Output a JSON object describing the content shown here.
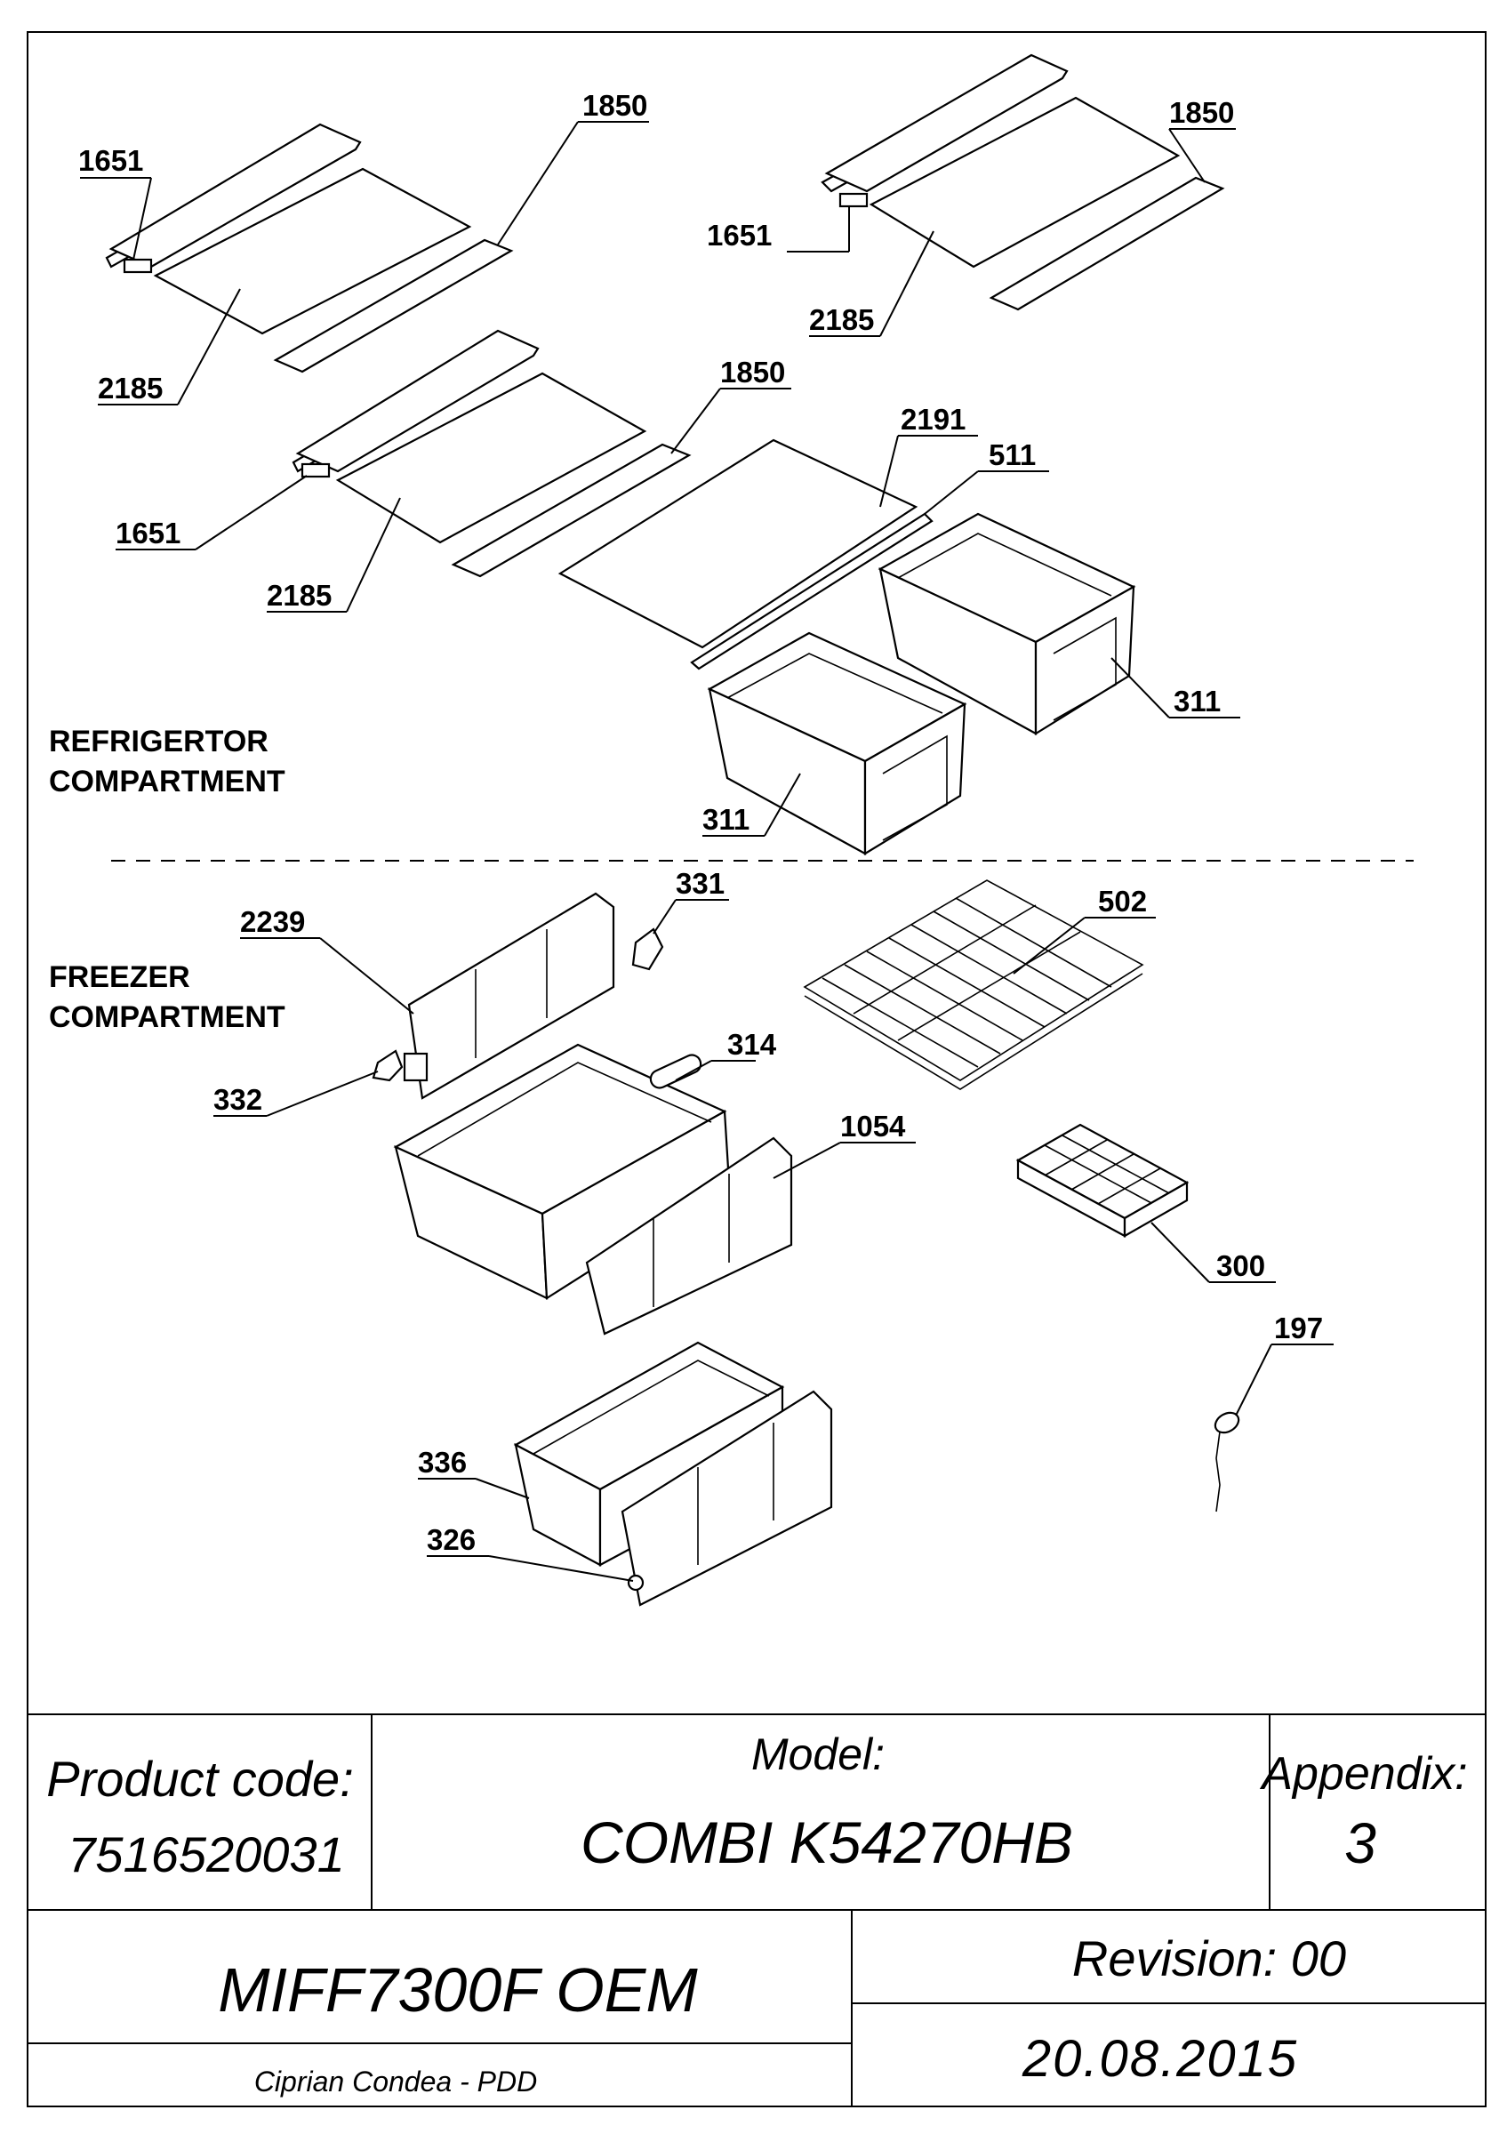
{
  "sections": {
    "refrigerator": [
      "REFRIGERTOR",
      "COMPARTMENT"
    ],
    "freezer": [
      "FREEZER",
      "COMPARTMENT"
    ]
  },
  "parts": {
    "p1651a": "1651",
    "p1850a": "1850",
    "p2185a": "2185",
    "p1651b": "1651",
    "p1850b": "1850",
    "p2185b": "2185",
    "p1651c": "1651",
    "p1850c": "1850",
    "p2185c": "2185",
    "p2191": "2191",
    "p511": "511",
    "p311a": "311",
    "p311b": "311",
    "p331": "331",
    "p2239": "2239",
    "p502": "502",
    "p332": "332",
    "p314": "314",
    "p1054": "1054",
    "p300": "300",
    "p197": "197",
    "p336": "336",
    "p326": "326"
  },
  "title_block": {
    "product_code_label": "Product code:",
    "product_code": "7516520031",
    "model_label": "Model:",
    "model": "COMBI K54270HB",
    "appendix_label": "Appendix:",
    "appendix": "3",
    "oem": "MIFF7300F OEM",
    "revision": "Revision: 00",
    "author": "Ciprian Condea - PDD",
    "date": "20.08.2015"
  }
}
